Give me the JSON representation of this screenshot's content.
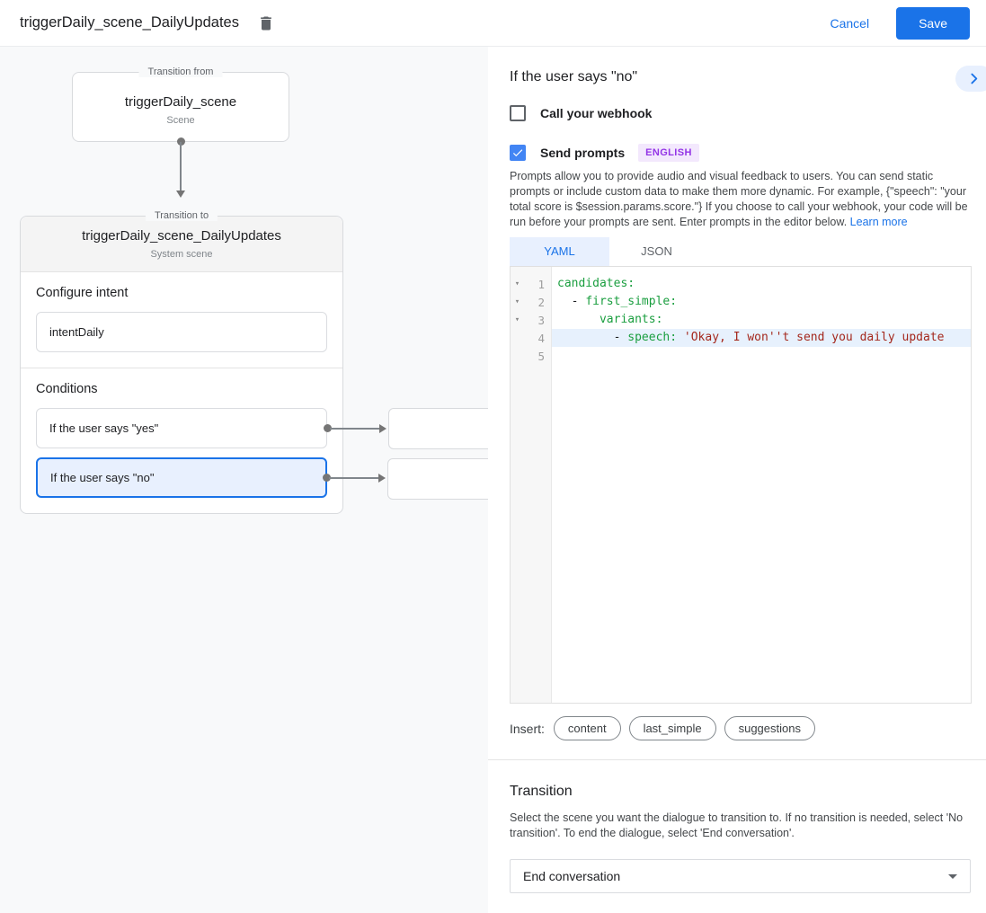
{
  "topbar": {
    "title": "triggerDaily_scene_DailyUpdates",
    "cancel_label": "Cancel",
    "save_label": "Save"
  },
  "canvas": {
    "from_node": {
      "group_label": "Transition from",
      "title": "triggerDaily_scene",
      "subtitle": "Scene"
    },
    "to_node": {
      "group_label": "Transition to",
      "title": "triggerDaily_scene_DailyUpdates",
      "subtitle": "System scene",
      "intent_label": "Configure intent",
      "intent_value": "intentDaily",
      "conditions_label": "Conditions",
      "conditions": [
        {
          "label": "If the user says \"yes\"",
          "selected": false
        },
        {
          "label": "If the user says \"no\"",
          "selected": true
        }
      ]
    }
  },
  "panel": {
    "title": "If the user says \"no\"",
    "webhook_checkbox": {
      "label": "Call your webhook",
      "checked": false
    },
    "prompts_checkbox": {
      "label": "Send prompts",
      "checked": true,
      "badge": "ENGLISH"
    },
    "description": "Prompts allow you to provide audio and visual feedback to users. You can send static prompts or include custom data to make them more dynamic. For example, {\"speech\": \"your total score is $session.params.score.\"} If you choose to call your webhook, your code will be run before your prompts are sent. Enter prompts in the editor below. ",
    "learn_more": "Learn more",
    "tabs": [
      {
        "label": "YAML",
        "active": true
      },
      {
        "label": "JSON",
        "active": false
      }
    ],
    "editor": {
      "fold_icon": "▾",
      "line_numbers": [
        1,
        2,
        3,
        4,
        5
      ],
      "lines": [
        {
          "segments": [
            {
              "t": "candidates:",
              "c": "key"
            }
          ]
        },
        {
          "segments": [
            {
              "t": "  - ",
              "c": "plain"
            },
            {
              "t": "first_simple:",
              "c": "key"
            }
          ]
        },
        {
          "segments": [
            {
              "t": "      ",
              "c": "plain"
            },
            {
              "t": "variants:",
              "c": "key"
            }
          ]
        },
        {
          "segments": [
            {
              "t": "        - ",
              "c": "plain"
            },
            {
              "t": "speech: ",
              "c": "key"
            },
            {
              "t": "'Okay, I won''t send you daily update",
              "c": "string"
            }
          ]
        },
        {
          "segments": []
        }
      ]
    },
    "insert": {
      "label": "Insert:",
      "chips": [
        "content",
        "last_simple",
        "suggestions"
      ]
    },
    "transition": {
      "title": "Transition",
      "description": "Select the scene you want the dialogue to transition to. If no transition is needed, select 'No transition'. To end the dialogue, select 'End conversation'.",
      "dropdown_value": "End conversation"
    }
  },
  "colors": {
    "accent_blue": "#1a73e8",
    "checkbox_blue": "#4285f4",
    "badge_purple": "#9334e6",
    "badge_bg": "#f3e8fd",
    "selected_bg": "#e8f0fe",
    "code_key_green": "#1a9e3f",
    "code_string_red": "#a4271c"
  }
}
